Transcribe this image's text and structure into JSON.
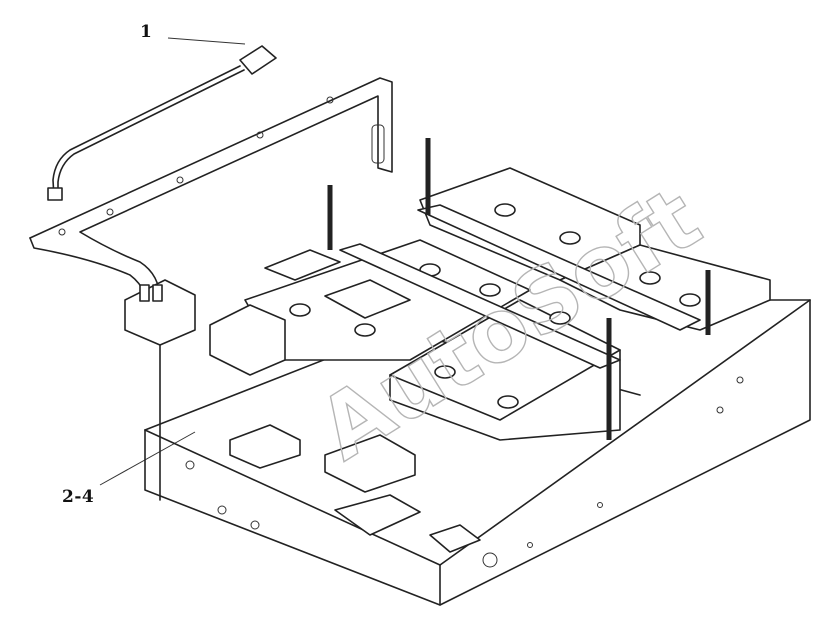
{
  "callouts": {
    "part_1": "1",
    "part_2_4": "2-4"
  },
  "watermark": {
    "text": "AutoSoft"
  }
}
